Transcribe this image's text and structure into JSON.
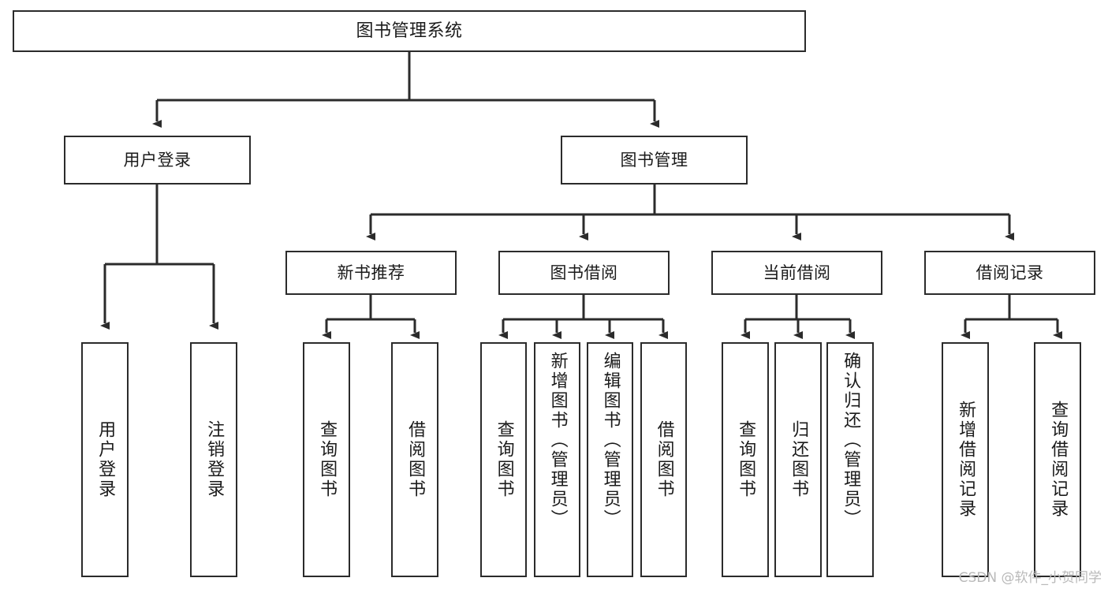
{
  "diagram": {
    "type": "tree-hierarchy-chart",
    "orientation": "top-down",
    "line_color": "#2b2b2b",
    "box_fill": "#ffffff",
    "box_border": "#2b2b2b",
    "root": {
      "id": "root",
      "label": "图书管理系统"
    },
    "level1": [
      {
        "id": "user-login",
        "label": "用户登录"
      },
      {
        "id": "book-management",
        "label": "图书管理"
      }
    ],
    "level2": [
      {
        "id": "new-book-recommend",
        "label": "新书推荐",
        "parent": "book-management"
      },
      {
        "id": "book-borrow",
        "label": "图书借阅",
        "parent": "book-management"
      },
      {
        "id": "current-borrow",
        "label": "当前借阅",
        "parent": "book-management"
      },
      {
        "id": "borrow-record",
        "label": "借阅记录",
        "parent": "book-management"
      }
    ],
    "leaves": [
      {
        "id": "leaf-user-login",
        "label": "用户登录",
        "parent": "user-login"
      },
      {
        "id": "leaf-user-logout",
        "label": "注销登录",
        "parent": "user-login"
      },
      {
        "id": "leaf-query-book-1",
        "label": "查询图书",
        "parent": "new-book-recommend"
      },
      {
        "id": "leaf-borrow-book-1",
        "label": "借阅图书",
        "parent": "new-book-recommend"
      },
      {
        "id": "leaf-query-book-2",
        "label": "查询图书",
        "parent": "book-borrow"
      },
      {
        "id": "leaf-add-book",
        "label": "新增图书（管理员）",
        "parent": "book-borrow"
      },
      {
        "id": "leaf-edit-book",
        "label": "编辑图书（管理员）",
        "parent": "book-borrow"
      },
      {
        "id": "leaf-borrow-book-2",
        "label": "借阅图书",
        "parent": "book-borrow"
      },
      {
        "id": "leaf-query-book-3",
        "label": "查询图书",
        "parent": "current-borrow"
      },
      {
        "id": "leaf-return-book",
        "label": "归还图书",
        "parent": "current-borrow"
      },
      {
        "id": "leaf-confirm-return",
        "label": "确认归还（管理员）",
        "parent": "current-borrow"
      },
      {
        "id": "leaf-add-record",
        "label": "新增借阅记录",
        "parent": "borrow-record"
      },
      {
        "id": "leaf-query-record",
        "label": "查询借阅记录",
        "parent": "borrow-record"
      }
    ]
  },
  "watermark": {
    "text": "CSDN @软件_小贺同学"
  }
}
